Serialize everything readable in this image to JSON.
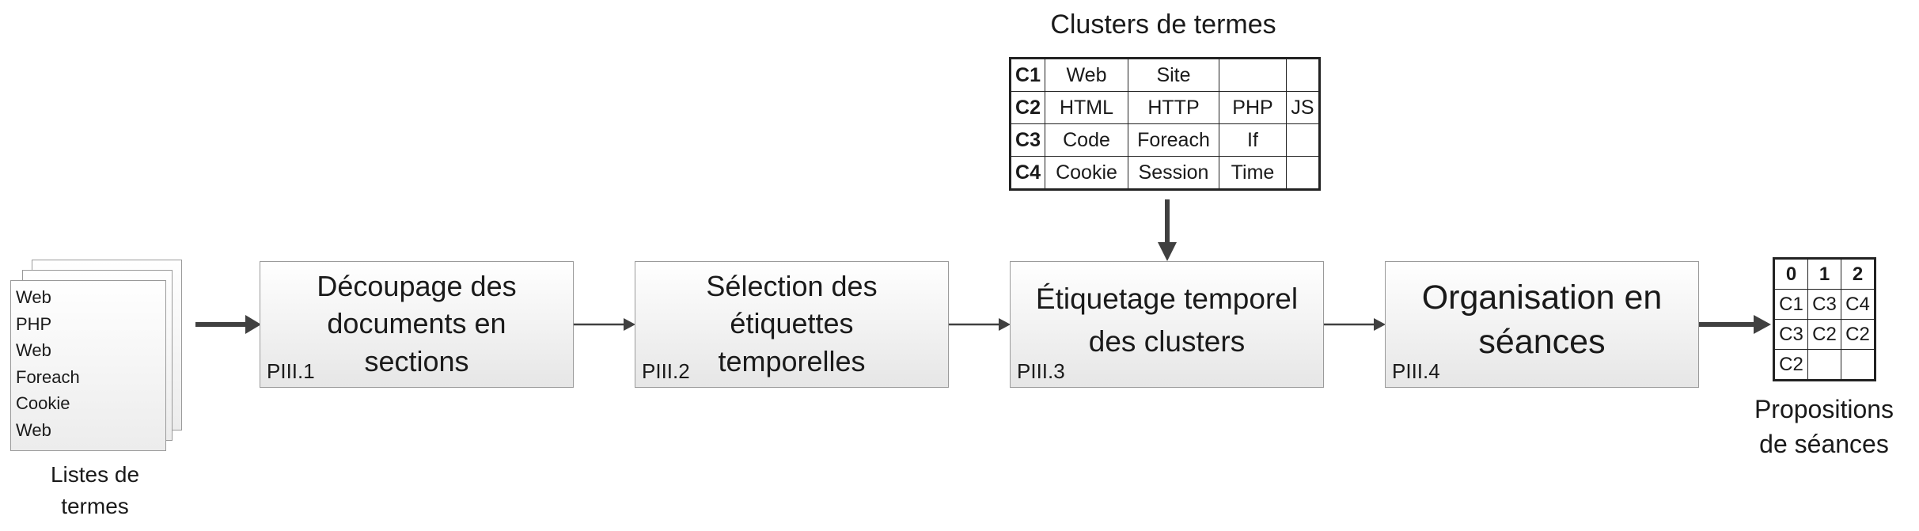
{
  "input": {
    "terms": [
      "Web",
      "PHP",
      "Web",
      "Foreach",
      "Cookie",
      "Web"
    ],
    "caption": "Listes de\ntermes"
  },
  "steps": [
    {
      "title": "Découpage des\ndocuments en\nsections",
      "code": "PIII.1"
    },
    {
      "title": "Sélection des\nétiquettes\ntemporelles",
      "code": "PIII.2"
    },
    {
      "title": "Étiquetage temporel\ndes clusters",
      "code": "PIII.3"
    },
    {
      "title": "Organisation en\nséances",
      "code": "PIII.4"
    }
  ],
  "clusters": {
    "title": "Clusters de termes",
    "rows": [
      {
        "id": "C1",
        "terms": [
          "Web",
          "Site",
          "",
          ""
        ]
      },
      {
        "id": "C2",
        "terms": [
          "HTML",
          "HTTP",
          "PHP",
          "JS"
        ]
      },
      {
        "id": "C3",
        "terms": [
          "Code",
          "Foreach",
          "If",
          ""
        ]
      },
      {
        "id": "C4",
        "terms": [
          "Cookie",
          "Session",
          "Time",
          ""
        ]
      }
    ]
  },
  "output": {
    "header": [
      "0",
      "1",
      "2"
    ],
    "rows": [
      [
        "C1",
        "C3",
        "C4"
      ],
      [
        "C3",
        "C2",
        "C2"
      ],
      [
        "C2",
        "",
        ""
      ]
    ],
    "caption": "Propositions\nde séances"
  },
  "colors": {
    "arrow": "#404040",
    "box_border": "#9a9a9a",
    "box_fill_top": "#ffffff",
    "box_fill_bottom": "#e6e6e6"
  }
}
